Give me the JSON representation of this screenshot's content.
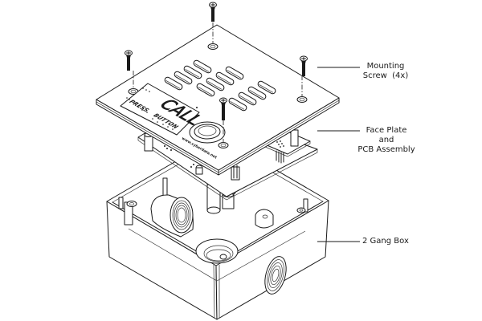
{
  "diagram": {
    "type": "exploded-assembly",
    "callouts": [
      {
        "id": "mounting-screw",
        "line1": "Mounting",
        "line2": "Screw  (4x)"
      },
      {
        "id": "face-plate",
        "line1": "Face Plate",
        "line2": "and",
        "line3": "PCB Assembly"
      },
      {
        "id": "gang-box",
        "line1": "2 Gang Box"
      }
    ],
    "face_plate": {
      "label_call": "CALL",
      "label_press": "PRESS",
      "label_button": "BUTTON",
      "website": "www.cyberdata.net",
      "slot_groups": 3,
      "slots_per_group": 4
    },
    "screw_count": 4
  }
}
